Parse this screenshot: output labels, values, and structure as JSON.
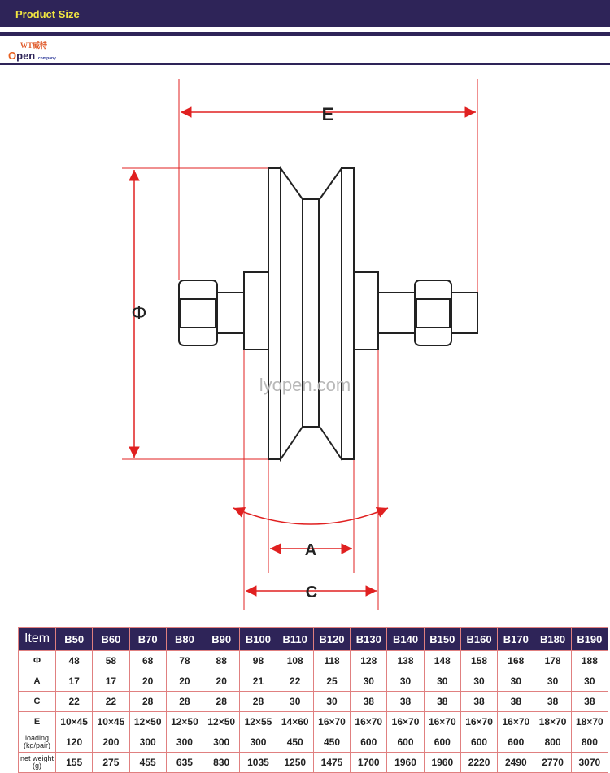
{
  "header": {
    "title": "Product Size"
  },
  "logo": {
    "top": "WT威特",
    "brand": "pen",
    "brand_first": "O",
    "company": "company"
  },
  "diagram": {
    "labels": {
      "E": "E",
      "phi": "Φ",
      "A": "A",
      "C": "C"
    },
    "watermark": "lyopen.com",
    "line_color": "#222222",
    "dim_color": "#e02020"
  },
  "table": {
    "item_label": "Item",
    "models": [
      "B50",
      "B60",
      "B70",
      "B80",
      "B90",
      "B100",
      "B110",
      "B120",
      "B130",
      "B140",
      "B150",
      "B160",
      "B170",
      "B180",
      "B190"
    ],
    "rows": [
      {
        "label": "Φ",
        "values": [
          "48",
          "58",
          "68",
          "78",
          "88",
          "98",
          "108",
          "118",
          "128",
          "138",
          "148",
          "158",
          "168",
          "178",
          "188"
        ]
      },
      {
        "label": "A",
        "values": [
          "17",
          "17",
          "20",
          "20",
          "20",
          "21",
          "22",
          "25",
          "30",
          "30",
          "30",
          "30",
          "30",
          "30",
          "30"
        ]
      },
      {
        "label": "C",
        "values": [
          "22",
          "22",
          "28",
          "28",
          "28",
          "28",
          "30",
          "30",
          "38",
          "38",
          "38",
          "38",
          "38",
          "38",
          "38"
        ]
      },
      {
        "label": "E",
        "values": [
          "10×45",
          "10×45",
          "12×50",
          "12×50",
          "12×50",
          "12×55",
          "14×60",
          "16×70",
          "16×70",
          "16×70",
          "16×70",
          "16×70",
          "16×70",
          "18×70",
          "18×70"
        ]
      },
      {
        "label": "loading (kg/pair)",
        "values": [
          "120",
          "200",
          "300",
          "300",
          "300",
          "300",
          "450",
          "450",
          "600",
          "600",
          "600",
          "600",
          "600",
          "800",
          "800"
        ]
      },
      {
        "label": "net weight (g)",
        "values": [
          "155",
          "275",
          "455",
          "635",
          "830",
          "1035",
          "1250",
          "1475",
          "1700",
          "1960",
          "1960",
          "2220",
          "2490",
          "2770",
          "3070"
        ]
      }
    ]
  }
}
